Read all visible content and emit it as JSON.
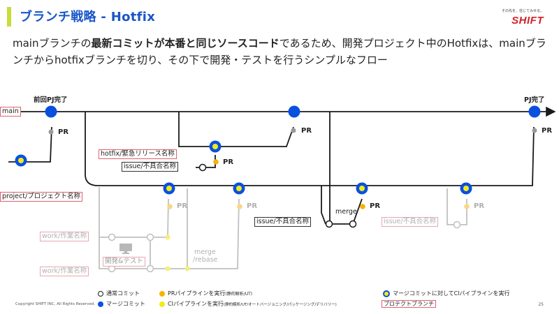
{
  "header": {
    "title": "ブランチ戦略 - Hotfix",
    "logo_tagline": "その先を、信じてみせる。",
    "logo_text": "SHIFT"
  },
  "description": {
    "part1": "mainブランチの",
    "part2_bold": "最新コミットが本番と同じソースコード",
    "part3": "であるため、開発プロジェクト中のHotfixは、mainブランチからhotfixブランチを切り、その下で開発・テストを行うシンプルなフロー"
  },
  "diagram": {
    "milestones": {
      "start": "前回PJ完了",
      "end": "PJ完了"
    },
    "branches": {
      "main": "main",
      "hotfix": "hotfix/緊急リリース名称",
      "issue_hotfix": "issue/不具合名称",
      "project": "project/プロジェクト名称",
      "work1": "work/作業名称",
      "work2": "work/作業名称",
      "issue_project": "issue/不具合名称",
      "issue_gray": "issue/不具合名称"
    },
    "labels": {
      "pr": "PR",
      "merge": "merge",
      "merge_rebase_1": "merge",
      "merge_rebase_2": "/rebase",
      "dev_test": "開発&テスト"
    }
  },
  "legend": {
    "normal_commit": "通常コミット",
    "merge_commit": "マージコミット",
    "pr_pipeline_a": "PRパイプラインを実行",
    "pr_pipeline_b": "(静的解析/UT)",
    "ci_pipeline_a": "CIパイプラインを実行",
    "ci_pipeline_b": "(静的解析/UT/オートバージョニング/パッケージング/デリバリー)",
    "merge_ci": "マージコミットに対してCIパイプラインを実行",
    "protected_branch": "プロテクトブランチ"
  },
  "colors": {
    "title": "#1a56c8",
    "accent": "#c8dc3c",
    "merge_commit": "#0a50e0",
    "pr_pipeline": "#f5b400",
    "ci_pipeline": "#f2ea1a",
    "branch_line": "#1a1a1a",
    "inactive_line": "#c0c0c0",
    "protected_border": "#e06070",
    "logo": "#d4202a"
  },
  "footer": {
    "copyright": "Copyright SHIFT INC, All Rights Reserved.",
    "page": "25"
  }
}
